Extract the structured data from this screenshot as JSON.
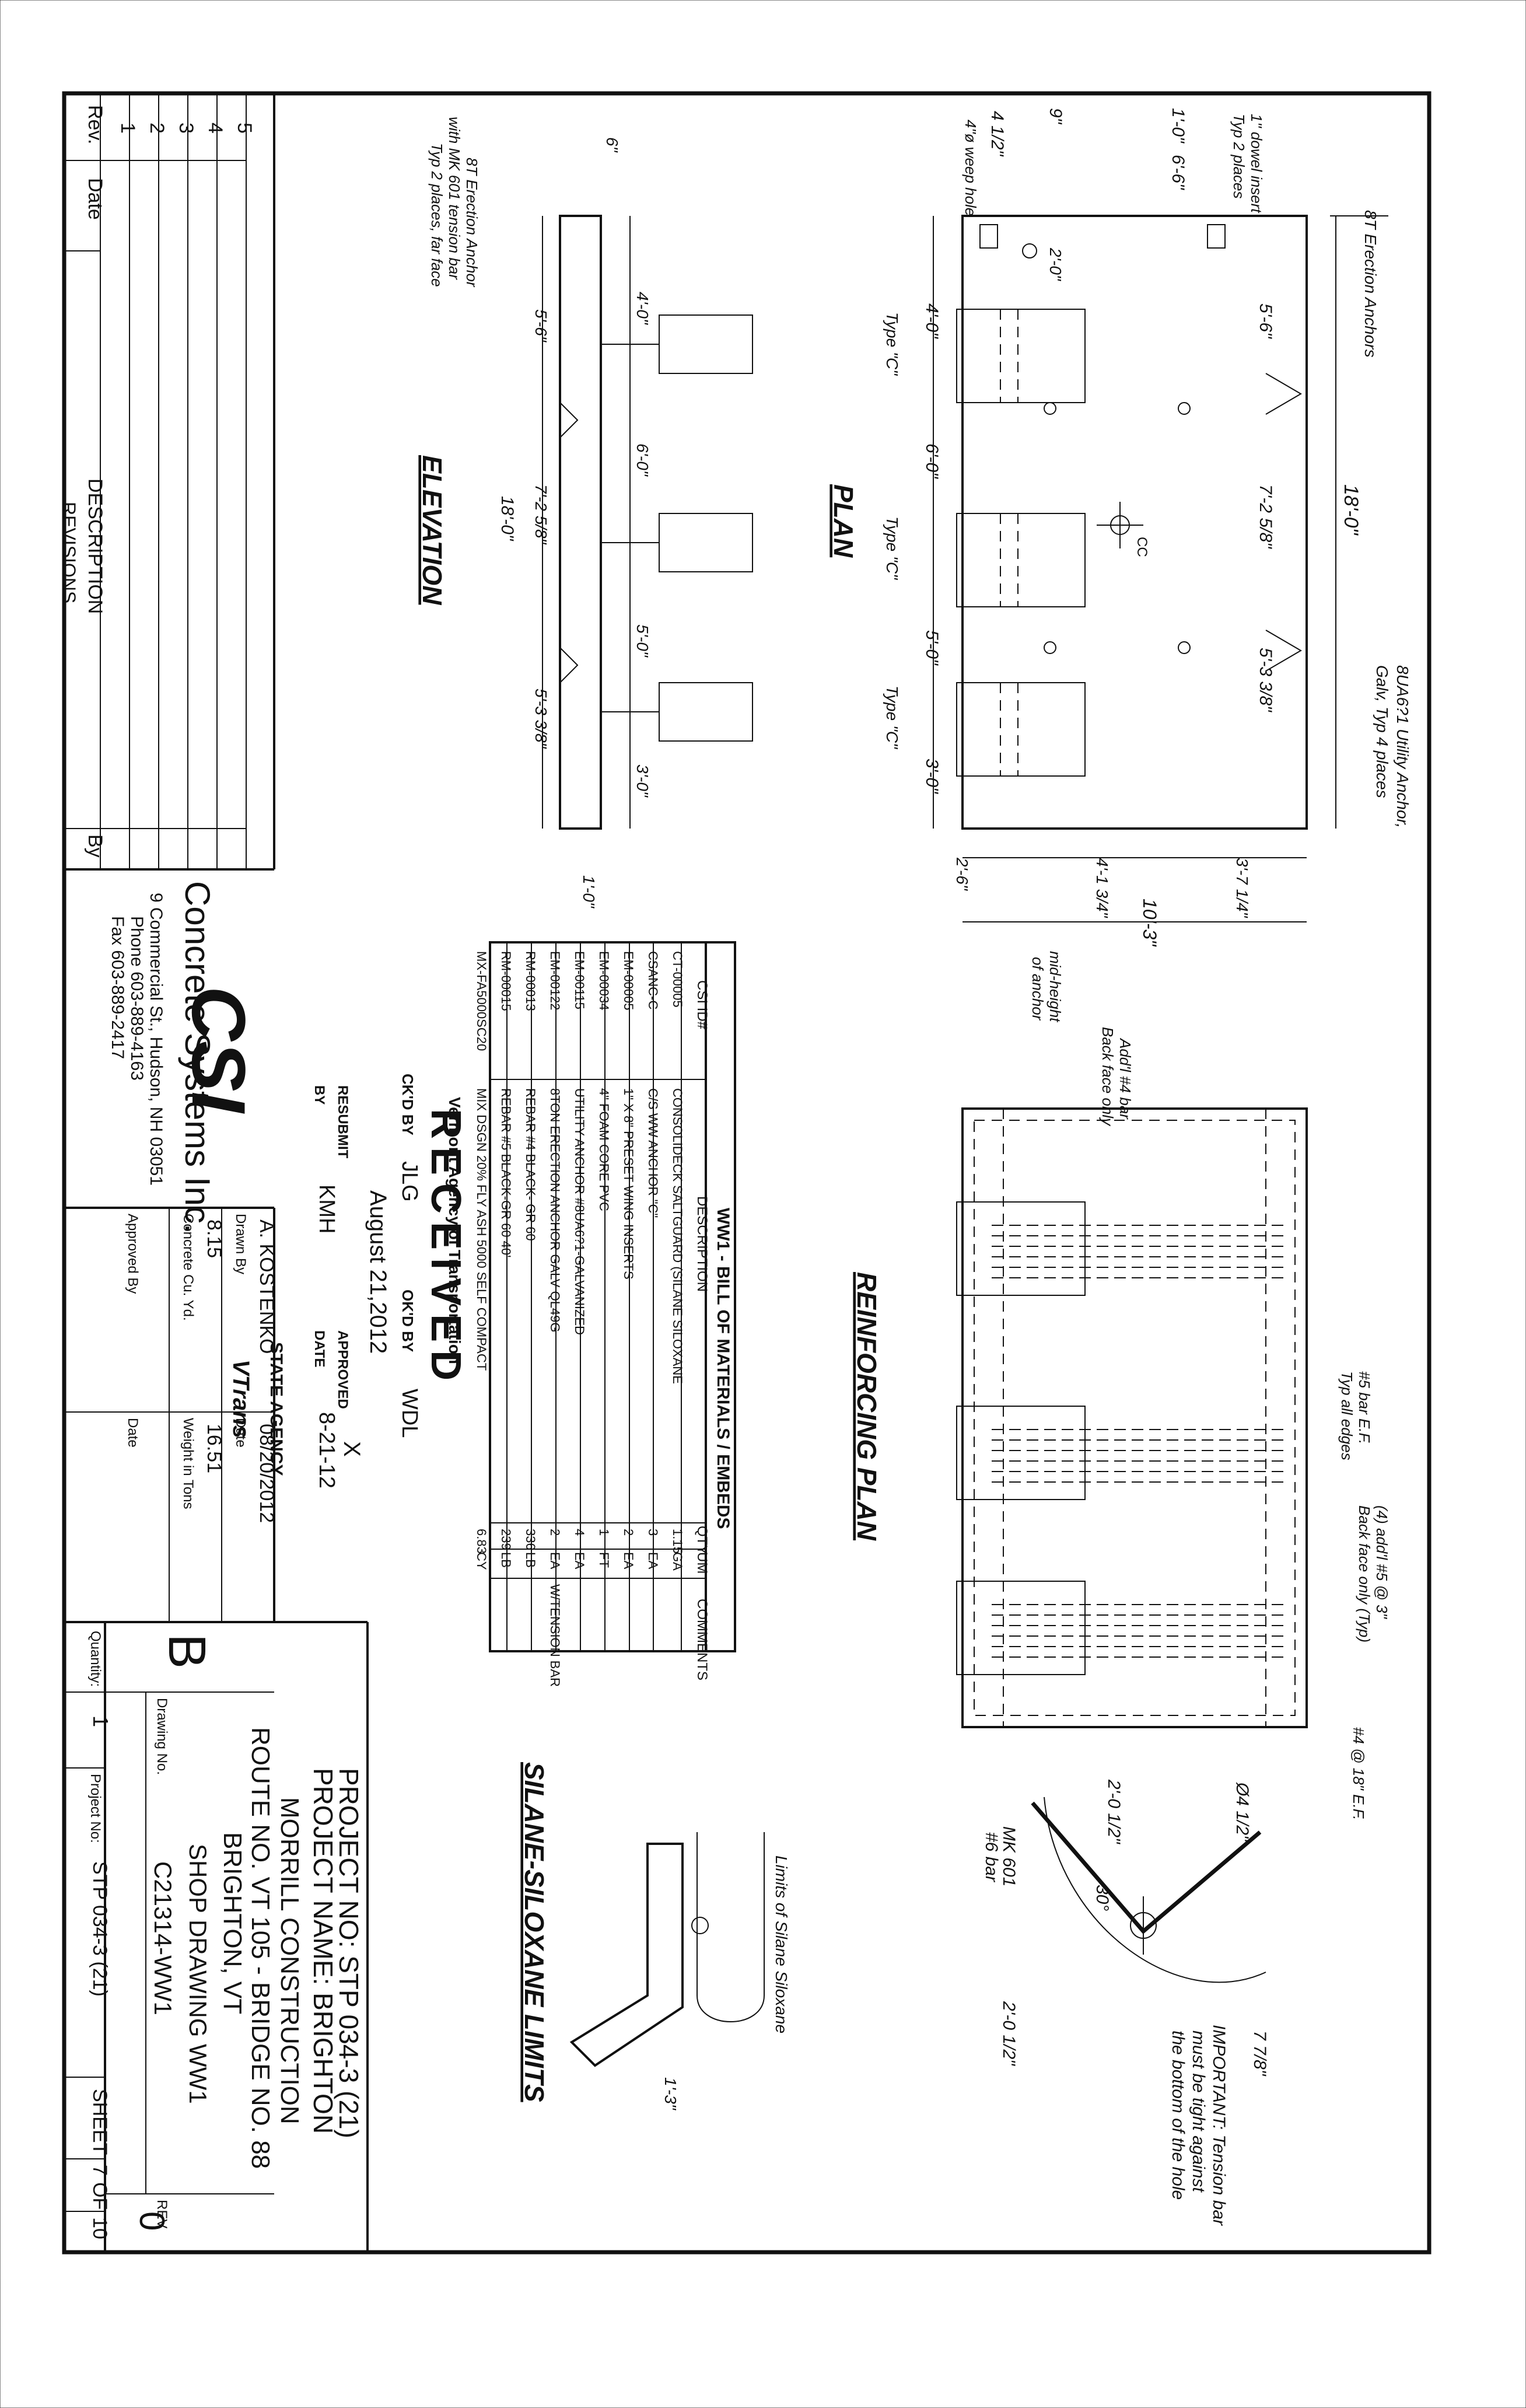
{
  "plan": {
    "title": "PLAN",
    "overall_length": "18'-0\"",
    "overall_width": "10'-3\"",
    "dims_top": [
      "4'-0\"",
      "6'-0\"",
      "5'-0\"",
      "3'-0\""
    ],
    "dims_bottom": [
      "5'-6\"",
      "7'-2 5/8\"",
      "5'-3 3/8\""
    ],
    "dims_left_a": "1'-0\"",
    "dims_left_b": "6'-6\"",
    "dims_left_c": "9\"",
    "dims_left_d": "4 1/2\"",
    "dim_2_0": "2'-0\"",
    "dims_side": [
      "2'-6\"",
      "4'-1 3/4\"",
      "3'-7 1/4\""
    ],
    "type_labels": [
      "Type \"C\"",
      "Type \"C\"",
      "Type \"C\""
    ],
    "cc": "CC",
    "notes": {
      "erection_anchors": "8T Erection Anchors",
      "utility_anchor_1": "8UA6?1 Utility Anchor,",
      "utility_anchor_2": "Galv, Typ 4 places",
      "dowel_1": "1\" dowel insert",
      "dowel_2": "Typ 2 places",
      "weep": "4\"ø weep hole"
    }
  },
  "elevation": {
    "title": "ELEVATION",
    "dims_top": [
      "4'-0\"",
      "6'-0\"",
      "5'-0\"",
      "3'-0\""
    ],
    "dims_bottom": [
      "5'-6\"",
      "7'-2 5/8\"",
      "5'-3 3/8\""
    ],
    "overall": "18'-0\"",
    "thickness": "6\"",
    "right_dim": "1'-0\"",
    "anchor_note_1": "8T Erection Anchor",
    "anchor_note_2": "with MK 601 tension bar",
    "anchor_note_3": "Typ 2 places, far face"
  },
  "reinforcing": {
    "title": "REINFORCING PLAN",
    "notes": {
      "addl_4_1": "Add'l #4 bar",
      "addl_4_2": "Back face only",
      "midheight_1": "mid-height",
      "midheight_2": "of anchor",
      "bar5_1": "#5 bar E.F.",
      "bar5_2": "Typ all edges",
      "addl5_1": "(4) add'l #5 @ 3\"",
      "addl5_2": "Back face only (Typ)",
      "bar4": "#4 @ 18\" E.F."
    }
  },
  "mk601": {
    "dia": "Ø4 1/2\"",
    "leg_a": "2'-0 1/2\"",
    "leg_b": "2'-0 1/2\"",
    "angle": "30°",
    "r": "7 7/8\"",
    "label_1": "MK 601",
    "label_2": "#6 bar",
    "important_1": "IMPORTANT: Tension bar",
    "important_2": "must be tight against",
    "important_3": "the bottom of the hole"
  },
  "silane": {
    "title": "SILANE-SILOXANE LIMITS",
    "limits": "Limits of Silane Siloxane",
    "dim": "1'-3\""
  },
  "bom": {
    "title": "WW1 - BILL OF MATERIALS / EMBEDS",
    "headers": [
      "CSI ID#",
      "DESCRIPTION",
      "QTY",
      "UM",
      "COMMENTS"
    ],
    "rows": [
      [
        "CT-00005",
        "CONSOLIDECK SALTGUARD (SILANE SILOXANE",
        "1.15",
        "GA",
        ""
      ],
      [
        "CSANC-C",
        "C/S WW ANCHOR \"C\"",
        "3",
        "EA",
        ""
      ],
      [
        "EM-00005",
        "1\" X 8\" PRESET WING INSERTS",
        "2",
        "EA",
        ""
      ],
      [
        "EM-00034",
        "4\" FOAM CORE PVC",
        "1",
        "FT",
        ""
      ],
      [
        "EM-00115",
        "UTILITY ANCHOR #8UA6?1-GALVANIZED",
        "4",
        "EA",
        ""
      ],
      [
        "EM-00122",
        "8TON ERECTION ANCHOR GALV QL49G",
        "2",
        "EA",
        "W/TENSION BAR"
      ],
      [
        "RM-00013",
        "REBAR #4 BLACK- GR 60",
        "336",
        "LB",
        ""
      ],
      [
        "RM-00015",
        "REBAR #5 BLACK-GR 60 40'",
        "239",
        "LB",
        ""
      ],
      [
        "MX-FA5000SC20",
        "MIX DSGN 20% FLY ASH 5000 SELF COMPACT",
        "6.83",
        "CY",
        ""
      ]
    ]
  },
  "stamp": {
    "agency": "Vermont Agency of Transportation",
    "received": "RECEIVED",
    "ckd_by_label": "CK'D BY",
    "ckd_by": "JLG",
    "okd_by_label": "OK'D BY",
    "okd_by": "WDL",
    "date_text": "August 21,2012",
    "resubmit": "RESUBMIT",
    "approved": "APPROVED",
    "approved_mark": "X",
    "by_label": "BY",
    "by": "KMH",
    "date_label": "DATE",
    "date": "8-21-12",
    "state_agency": "STATE AGENCY",
    "vtrans": "VTrans"
  },
  "company": {
    "logo": "CSI",
    "name": "Concrete Systems Inc.",
    "address": "9 Commercial St., Hudson, NH 03051",
    "phone": "Phone 603-889-4163",
    "fax": "Fax 603-889-2417"
  },
  "drawn": {
    "drawn_by_label": "Drawn By",
    "drawn_by": "A. KOSTENKO",
    "date_label": "Date",
    "date": "08/20/2012",
    "cu_label": "Concrete Cu. Yd.",
    "cu": "8.15",
    "weight_label": "Weight in Tons",
    "weight": "16.51",
    "approved_label": "Approved By",
    "approved_date_label": "Date"
  },
  "title_block": {
    "project_no": "PROJECT NO:  STP 034-3 (21)",
    "project_name": "PROJECT NAME:  BRIGHTON",
    "contractor": "MORRILL CONSTRUCTION",
    "route": "ROUTE  NO. VT 105 - BRIDGE NO. 88",
    "town": "BRIGHTON, VT",
    "size": "B",
    "drawing_no_label": "Drawing No.",
    "drawing_title": "SHOP DRAWING WW1",
    "drawing_no": "C21314-WW1",
    "rev_label": "REV",
    "rev": "0",
    "quantity_label": "Quantity:",
    "quantity": "1",
    "project_label": "Project No:",
    "project_no_short": "STP 034-3 (21)",
    "sheet_label": "SHEET",
    "sheet": "7",
    "of_label": "OF",
    "of": "10"
  },
  "revisions": {
    "rev_label": "Rev.",
    "date_label": "Date",
    "desc_label": "DESCRIPTION",
    "by_label": "By",
    "title": "REVISIONS",
    "numbers": [
      "1",
      "2",
      "3",
      "4",
      "5"
    ]
  }
}
